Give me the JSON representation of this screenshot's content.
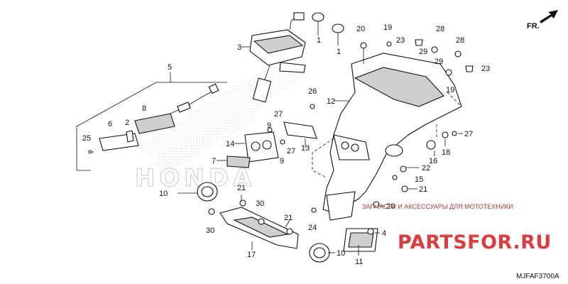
{
  "diagram": {
    "orientation_label": "FR.",
    "diagram_code": "MJFAF3700A",
    "background_watermark": "HONDA",
    "callouts": [
      {
        "id": "c1a",
        "text": "1"
      },
      {
        "id": "c1b",
        "text": "1"
      },
      {
        "id": "c2",
        "text": "2"
      },
      {
        "id": "c3",
        "text": "3"
      },
      {
        "id": "c4",
        "text": "4"
      },
      {
        "id": "c5",
        "text": "5"
      },
      {
        "id": "c6",
        "text": "6"
      },
      {
        "id": "c7",
        "text": "7"
      },
      {
        "id": "c8",
        "text": "8"
      },
      {
        "id": "c9a",
        "text": "9"
      },
      {
        "id": "c9b",
        "text": "9"
      },
      {
        "id": "c10a",
        "text": "10"
      },
      {
        "id": "c10b",
        "text": "10"
      },
      {
        "id": "c11",
        "text": "11"
      },
      {
        "id": "c12",
        "text": "12"
      },
      {
        "id": "c13",
        "text": "13"
      },
      {
        "id": "c14",
        "text": "14"
      },
      {
        "id": "c15",
        "text": "15"
      },
      {
        "id": "c16",
        "text": "16"
      },
      {
        "id": "c17",
        "text": "17"
      },
      {
        "id": "c18",
        "text": "18"
      },
      {
        "id": "c19a",
        "text": "19"
      },
      {
        "id": "c19b",
        "text": "19"
      },
      {
        "id": "c20a",
        "text": "20"
      },
      {
        "id": "c20b",
        "text": "20"
      },
      {
        "id": "c21a",
        "text": "21"
      },
      {
        "id": "c21b",
        "text": "21"
      },
      {
        "id": "c21c",
        "text": "21"
      },
      {
        "id": "c22",
        "text": "22"
      },
      {
        "id": "c23a",
        "text": "23"
      },
      {
        "id": "c23b",
        "text": "23"
      },
      {
        "id": "c24",
        "text": "24"
      },
      {
        "id": "c25",
        "text": "25"
      },
      {
        "id": "c26",
        "text": "26"
      },
      {
        "id": "c27a",
        "text": "27"
      },
      {
        "id": "c27b",
        "text": "27"
      },
      {
        "id": "c27c",
        "text": "27"
      },
      {
        "id": "c28a",
        "text": "28"
      },
      {
        "id": "c28b",
        "text": "28"
      },
      {
        "id": "c29a",
        "text": "29"
      },
      {
        "id": "c29b",
        "text": "29"
      },
      {
        "id": "c30a",
        "text": "30"
      },
      {
        "id": "c30b",
        "text": "30"
      }
    ]
  },
  "watermark": {
    "tagline": "ЗАПЧАСТИ И АКСЕССУАРЫ ДЛЯ МОТОТЕХНИКИ",
    "brand": "PARTSFOR.RU",
    "brand_color": "#e03a3a"
  },
  "colors": {
    "line": "#111111",
    "part_shade": "#cfcfcf",
    "watermark_gray": "#c9c9c9"
  }
}
